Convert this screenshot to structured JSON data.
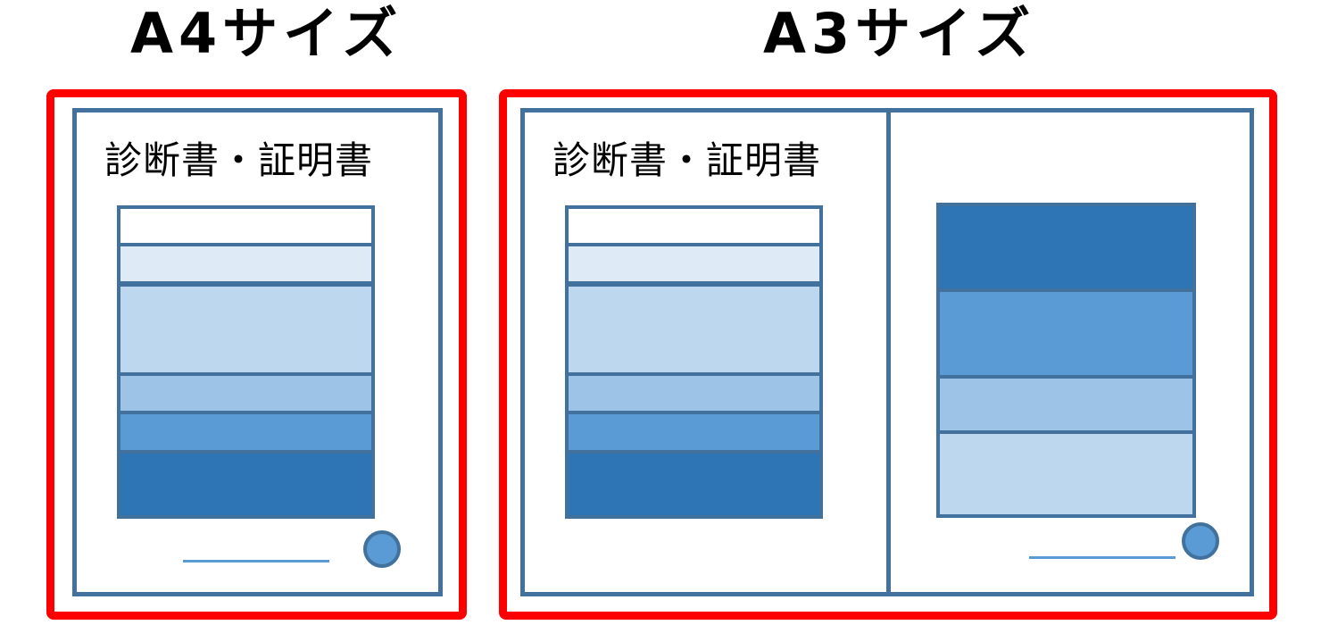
{
  "a4": {
    "title": "A4サイズ",
    "doc_title": "診断書・証明書"
  },
  "a3": {
    "title": "A3サイズ",
    "doc_title": "診断書・証明書"
  },
  "colors": {
    "frame": "#ff0000",
    "outline": "#41719c",
    "band_white": "#ffffff",
    "band_pale": "#deebf7",
    "band_light": "#bdd7ee",
    "band_mid": "#9dc3e6",
    "band_medium": "#5b9bd5",
    "band_dark": "#2e75b6",
    "signature_line": "#5b9bd5",
    "seal": "#5b9bd5"
  }
}
